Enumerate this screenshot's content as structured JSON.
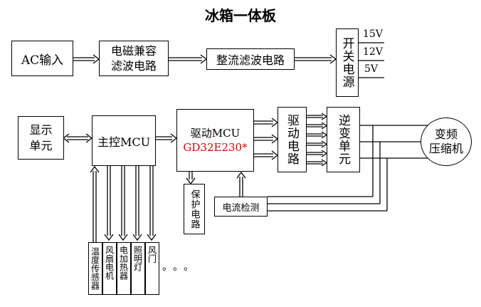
{
  "title": "冰箱一体板",
  "blocks": {
    "ac_input": "AC输入",
    "emc_filter_line1": "电磁兼容",
    "emc_filter_line2": "滤波电路",
    "rectifier_filter": "整流滤波电路",
    "switching_power": "开关电源",
    "rails": [
      "15V",
      "12V",
      "5V"
    ],
    "display_unit_line1": "显示",
    "display_unit_line2": "单元",
    "main_mcu": "主控MCU",
    "drive_mcu": "驱动MCU",
    "drive_mcu_part": "GD32E230*",
    "drive_circuit": "驱动电路",
    "inverter_unit": "逆变单元",
    "compressor_line1": "变频",
    "compressor_line2": "压缩机",
    "protection_circuit": "保护电路",
    "current_detect": "电流检测",
    "peripherals": [
      "温度传感器",
      "风扇电机",
      "电加热器",
      "照明灯",
      "风门"
    ],
    "ellipsis": "。。。"
  }
}
